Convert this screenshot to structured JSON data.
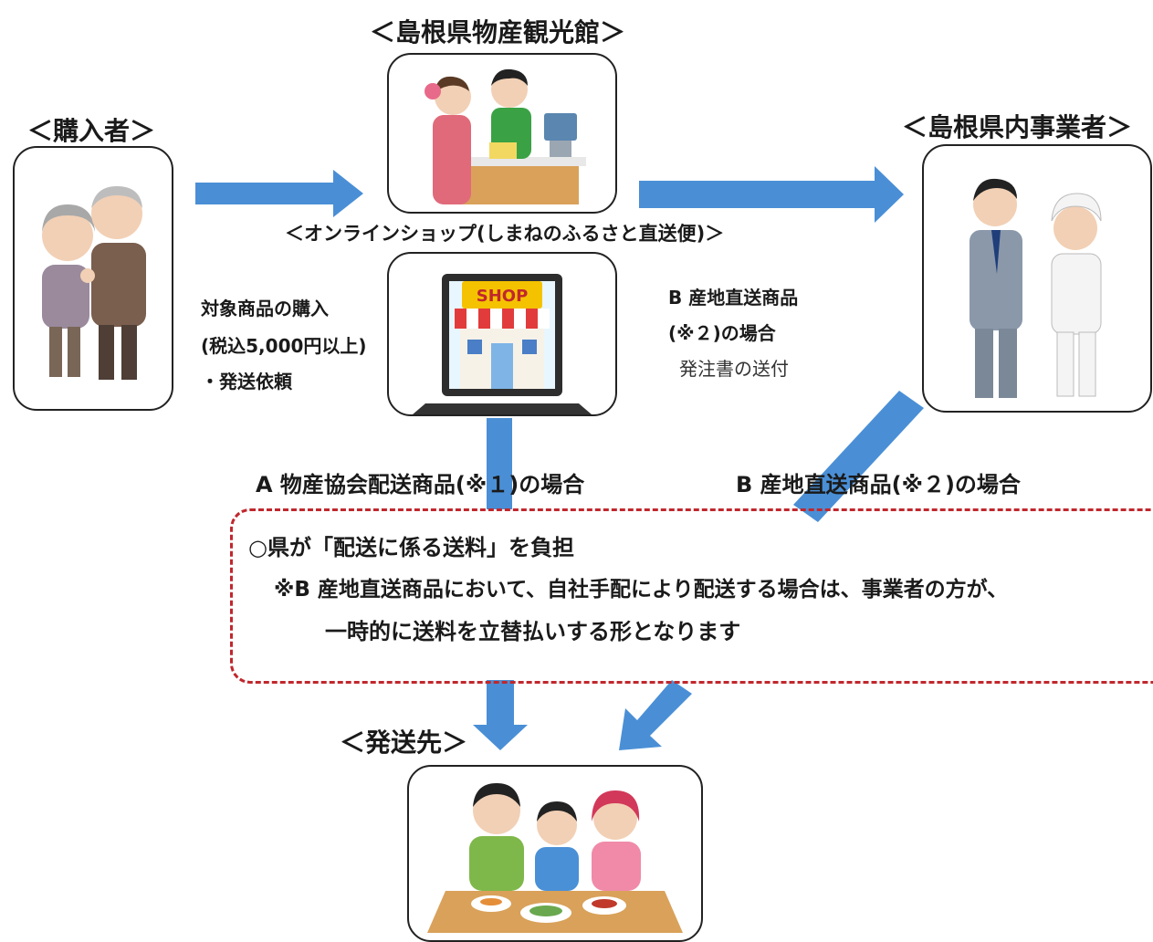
{
  "titles": {
    "kankokan": "＜島根県物産観光館＞",
    "buyer": "＜購入者＞",
    "business": "＜島根県内事業者＞",
    "online_shop": "＜オンラインショップ(しまねのふるさと直送便)＞",
    "destination": "＜発送先＞"
  },
  "notes": {
    "purchase_line1": "対象商品の購入",
    "purchase_line2": "(税込5,000円以上)",
    "purchase_line3": "・発送依頼",
    "b_line1": "B 産地直送商品",
    "b_line2": "(※２)の場合",
    "b_line3": "発注書の送付"
  },
  "branches": {
    "a_label": "A 物産協会配送商品(※１)の場合",
    "b_label": "B 産地直送商品(※２)の場合"
  },
  "notice": {
    "line1": "○県が「配送に係る送料」を負担",
    "line2": "※B 産地直送商品において、自社手配により配送する場合は、事業者の方が、",
    "line3": "一時的に送料を立替払いする形となります"
  },
  "images": {
    "shop_sign": "SHOP"
  },
  "colors": {
    "arrow": "#4a8fd6",
    "dashed_border": "#c0272d"
  },
  "icons": [
    "elderly-couple-icon",
    "shop-clerk-icon",
    "laptop-shop-icon",
    "workers-icon",
    "family-meal-icon"
  ]
}
